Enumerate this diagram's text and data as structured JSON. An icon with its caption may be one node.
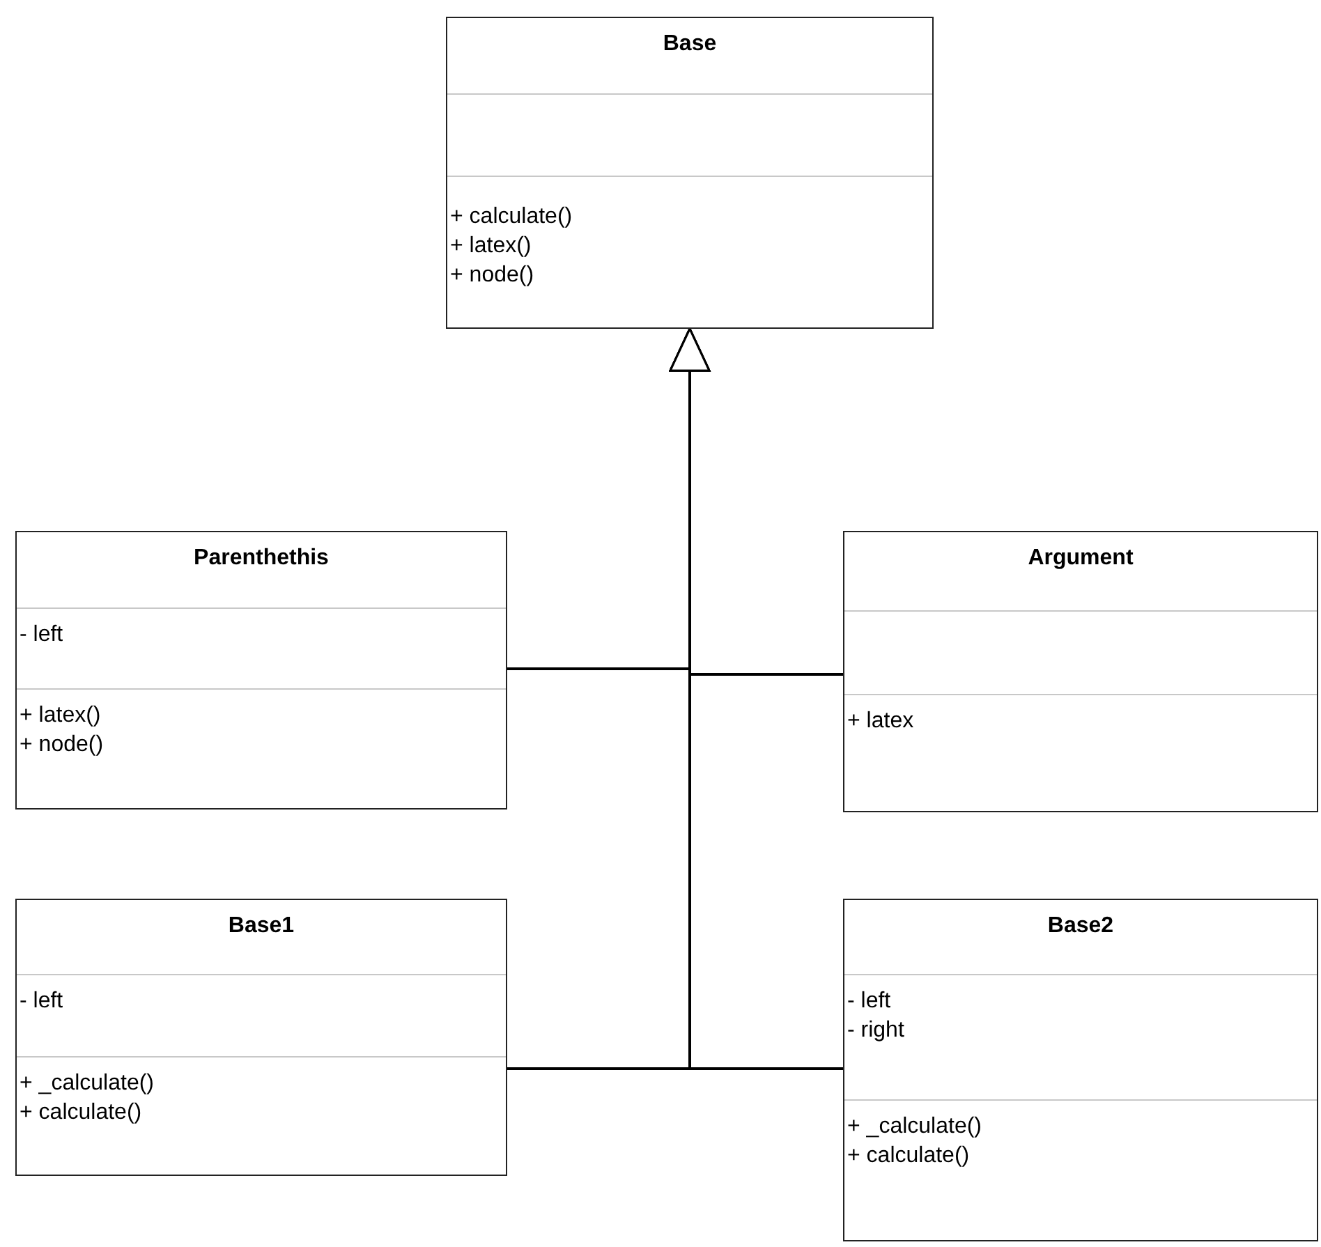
{
  "diagram": {
    "nodes": [
      {
        "text": [
          "Base"
        ]
      },
      {
        "text": [],
        "shape": "box",
        "in": 0
      },
      {
        "text": [
          "+ calculate()",
          "+ latex()",
          "+ node()"
        ],
        "in": 0
      },
      {
        "text": [
          "Parenthethis"
        ]
      },
      {
        "text": [
          "- left"
        ],
        "in": 3
      },
      {
        "text": [
          "+ latex()",
          "+ node()"
        ],
        "in": 3
      },
      {
        "text": [
          "Argument"
        ]
      },
      {
        "text": [],
        "shape": "box",
        "in": 6
      },
      {
        "text": [
          "+ latex"
        ],
        "in": 6
      },
      {
        "text": [
          "Base1"
        ]
      },
      {
        "text": [
          "- left"
        ],
        "in": 9
      },
      {
        "text": [
          "+ _calculate()",
          "+ calculate()"
        ],
        "in": 9
      },
      {
        "text": [
          "Base2"
        ]
      },
      {
        "text": [
          "- left",
          "- right"
        ],
        "in": 12
      },
      {
        "text": [
          "+ _calculate()",
          "+ calculate()"
        ],
        "in": 12
      }
    ],
    "edges": [
      {
        "from": 3,
        "to": 0,
        "arrow": "to"
      },
      {
        "from": 6,
        "to": 0,
        "arrow": "to"
      },
      {
        "from": 9,
        "to": 0,
        "arrow": "to"
      },
      {
        "from": 12,
        "to": 0,
        "arrow": "to"
      }
    ]
  }
}
